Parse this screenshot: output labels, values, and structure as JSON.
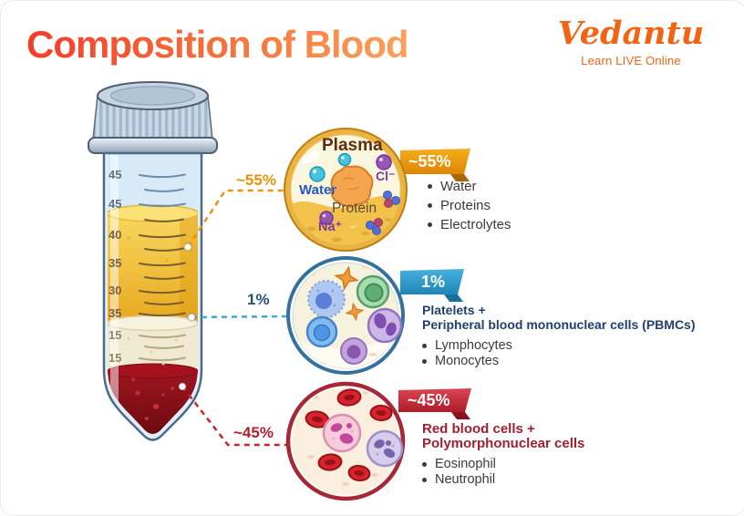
{
  "title": "Composition of Blood",
  "brand": {
    "name": "Vedantu",
    "tagline": "Learn LIVE Online"
  },
  "tube": {
    "graduations": [
      "45",
      "45",
      "40",
      "35",
      "30",
      "35",
      "15",
      "15"
    ]
  },
  "plasma": {
    "connector_label": "~55%",
    "badge": "~55%",
    "circle_title": "Plasma",
    "molecule_labels": {
      "water": "Water",
      "chloride": "Cl⁻",
      "protein": "Protein",
      "sodium": "Na⁺"
    },
    "bullets": [
      "Water",
      "Proteins",
      "Electrolytes"
    ]
  },
  "pbmc": {
    "connector_label": "1%",
    "badge": "1%",
    "heading_line1": "Platelets +",
    "heading_line2": "Peripheral blood mononuclear cells (PBMCs)",
    "bullets": [
      "Lymphocytes",
      "Monocytes"
    ]
  },
  "rbc": {
    "connector_label": "~45%",
    "badge": "~45%",
    "heading_line1": "Red blood cells +",
    "heading_line2": "Polymorphonuclear cells",
    "bullets": [
      "Eosinophil",
      "Neutrophil"
    ]
  },
  "colors": {
    "plasma_accent": "#E8930B",
    "pbmc_accent": "#2F9FD0",
    "rbc_accent": "#C4202C",
    "brand_orange": "#F06414",
    "title_gradient_start": "#F43B2B",
    "title_gradient_end": "#F9A25B",
    "pbmc_heading": "#22406E",
    "rbc_heading": "#A21F31"
  }
}
